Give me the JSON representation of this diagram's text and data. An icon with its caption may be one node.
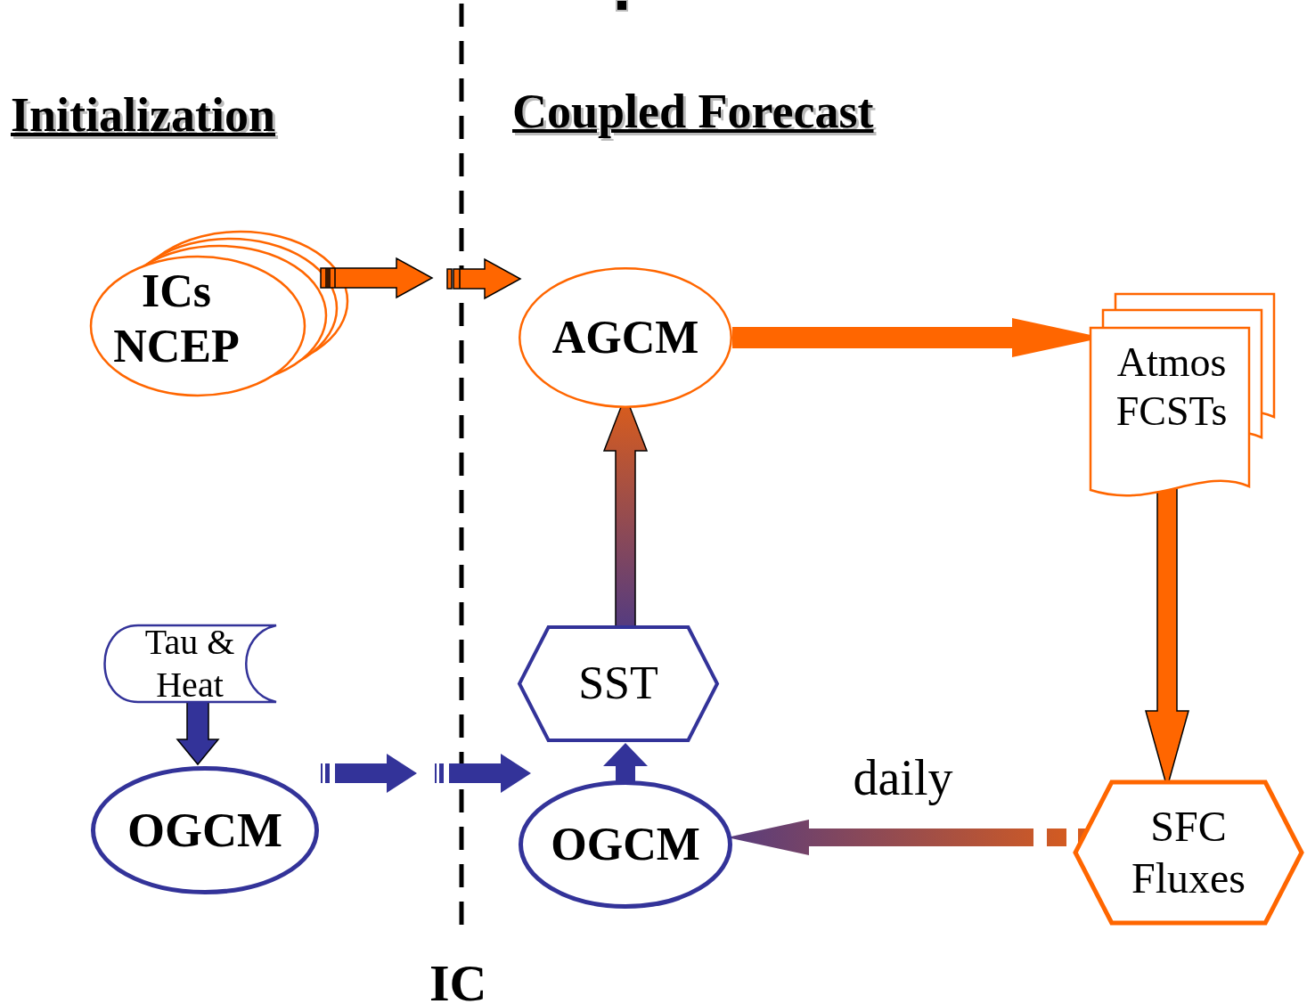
{
  "diagram": {
    "nodes": [
      {
        "text": [
          "ICs NCEP"
        ]
      },
      {
        "text": [
          "AGCM"
        ]
      },
      {
        "text": [
          "Atmos FCSTs"
        ]
      },
      {
        "text": [
          "Tau & Heat"
        ]
      },
      {
        "text": [
          "OGCM"
        ]
      },
      {
        "text": [
          "SST"
        ]
      },
      {
        "text": [
          "OGCM"
        ]
      },
      {
        "text": [
          "SFC Fluxes"
        ]
      }
    ],
    "edges": [
      {
        "from": 0,
        "to": 1,
        "arrow": "to",
        "color": "#ff6600"
      },
      {
        "from": 1,
        "to": 2,
        "arrow": "to",
        "color": "#ff6600"
      },
      {
        "from": 2,
        "to": 7,
        "arrow": "to",
        "color": "#ff6600"
      },
      {
        "from": 7,
        "to": 6,
        "arrow": "to",
        "label": "daily"
      },
      {
        "from": 6,
        "to": 5,
        "arrow": "to",
        "color": "#333399"
      },
      {
        "from": 5,
        "to": 1,
        "arrow": "to"
      },
      {
        "from": 3,
        "to": 4,
        "arrow": "to",
        "color": "#333399"
      },
      {
        "from": 4,
        "to": 6,
        "arrow": "to",
        "color": "#333399"
      }
    ],
    "labels": [
      "Initialization",
      "Coupled Forecast",
      "IC"
    ]
  }
}
